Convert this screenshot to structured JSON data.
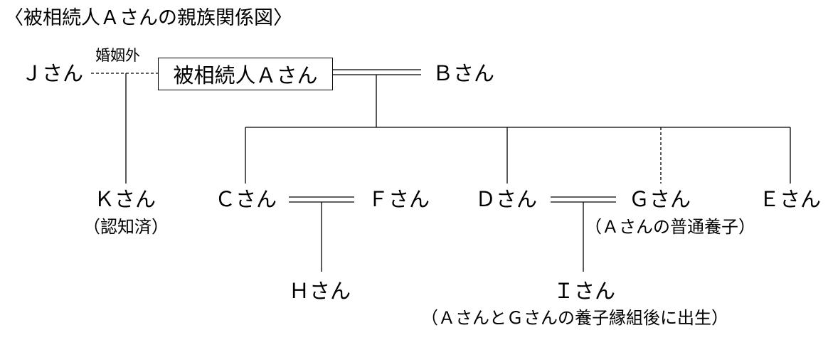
{
  "title": "〈被相続人Ａさんの親族関係図〉",
  "people": {
    "decedent": "被相続人Ａさん",
    "J": "Ｊさん",
    "B": "Ｂさん",
    "K": "Ｋさん",
    "C": "Ｃさん",
    "F": "Ｆさん",
    "D": "Ｄさん",
    "G": "Ｇさん",
    "E": "Ｅさん",
    "H": "Ｈさん",
    "I": "Ｉさん"
  },
  "notes": {
    "out_of_wedlock": "婚姻外",
    "K_note": "（認知済）",
    "G_note": "（Ａさんの普通養子）",
    "I_note": "（ＡさんとＧさんの養子縁組後に出生）"
  }
}
